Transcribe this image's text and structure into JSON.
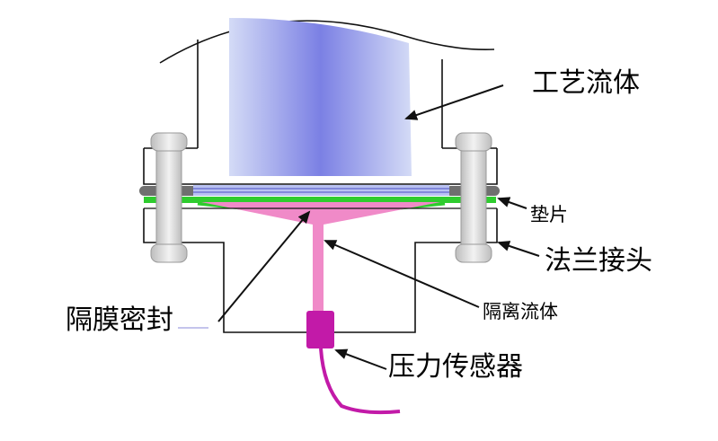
{
  "labels": {
    "process_fluid": "工艺流体",
    "gasket": "垫片",
    "flange_joint": "法兰接头",
    "isolating_fluid": "隔离流体",
    "diaphragm_seal": "隔膜密封",
    "pressure_sensor": "压力传感器"
  },
  "colors": {
    "pipe_body": "#b7c0ee",
    "pipe_center": "#7f84e6",
    "gasket": "#2ecc2e",
    "gasket_bead": "#6f6f6f",
    "isolating_fluid": "#f08ac8",
    "sensor": "#c21aa8",
    "cable": "#c21aa8",
    "bolt": "#d9d9d9",
    "outline": "#111111"
  }
}
